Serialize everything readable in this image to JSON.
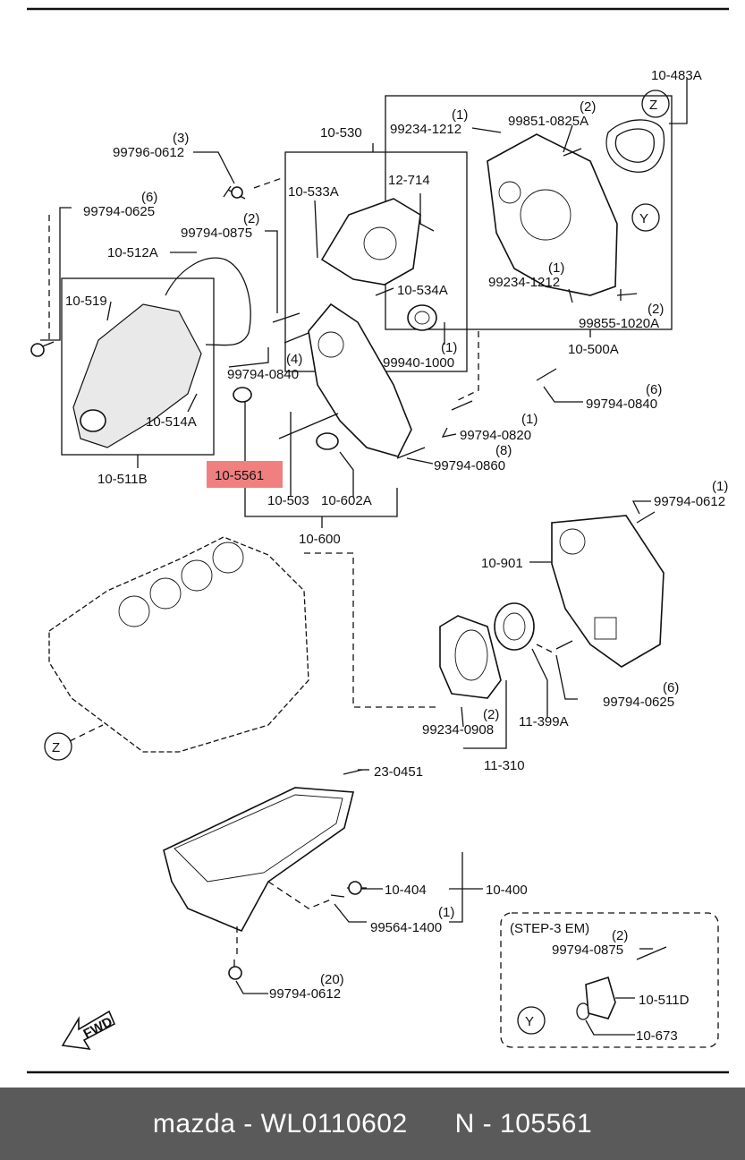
{
  "highlight": {
    "label": "10-5561",
    "color": "#f08080"
  },
  "labels": {
    "l10_483A": "10-483A",
    "l99851_0825A": "99851-0825A",
    "l99851_qty": "(2)",
    "l99234_1212_top": "99234-1212",
    "l99234_1212_top_qty": "(1)",
    "l10_530": "10-530",
    "l99796_0612": "99796-0612",
    "l99796_qty": "(3)",
    "l99794_0625_left": "99794-0625",
    "l99794_0625_left_qty": "(6)",
    "l10_533A": "10-533A",
    "l12_714": "12-714",
    "l99794_0875": "99794-0875",
    "l99794_0875_qty": "(2)",
    "l10_512A": "10-512A",
    "l10_519": "10-519",
    "l10_534A": "10-534A",
    "l99234_1212_mid": "99234-1212",
    "l99234_1212_mid_qty": "(1)",
    "l99855_1020A": "99855-1020A",
    "l99855_qty": "(2)",
    "l99940_1000": "99940-1000",
    "l99940_qty": "(1)",
    "l10_500A": "10-500A",
    "l99794_0840_left": "99794-0840",
    "l99794_0840_left_qty": "(4)",
    "l99794_0840_right": "99794-0840",
    "l99794_0840_right_qty": "(6)",
    "l10_514A": "10-514A",
    "l99794_0820": "99794-0820",
    "l99794_0820_qty": "(1)",
    "l99794_0860": "99794-0860",
    "l99794_0860_qty": "(8)",
    "l10_511B": "10-511B",
    "l10_503": "10-503",
    "l10_602A": "10-602A",
    "l10_600": "10-600",
    "l99794_0612_top": "99794-0612",
    "l99794_0612_top_qty": "(1)",
    "l10_901": "10-901",
    "l99794_0625_right": "99794-0625",
    "l99794_0625_right_qty": "(6)",
    "l99234_0908": "99234-0908",
    "l99234_0908_qty": "(2)",
    "l11_399A": "11-399A",
    "l11_310": "11-310",
    "l23_0451": "23-0451",
    "l10_404": "10-404",
    "l10_400": "10-400",
    "l99564_1400": "99564-1400",
    "l99564_qty": "(1)",
    "l99794_0612_bottom": "99794-0612",
    "l99794_0612_bottom_qty": "(20)",
    "step3": "(STEP-3 EM)",
    "l99794_0875_step": "99794-0875",
    "l99794_0875_step_qty": "(2)",
    "l10_511D": "10-511D",
    "l10_673": "10-673",
    "marker_z": "Z",
    "marker_y": "Y",
    "fwd": "FWD"
  },
  "footer": {
    "brand": "mazda",
    "part_number": "WL0110602",
    "ref_label": "N",
    "ref_number": "105561"
  }
}
